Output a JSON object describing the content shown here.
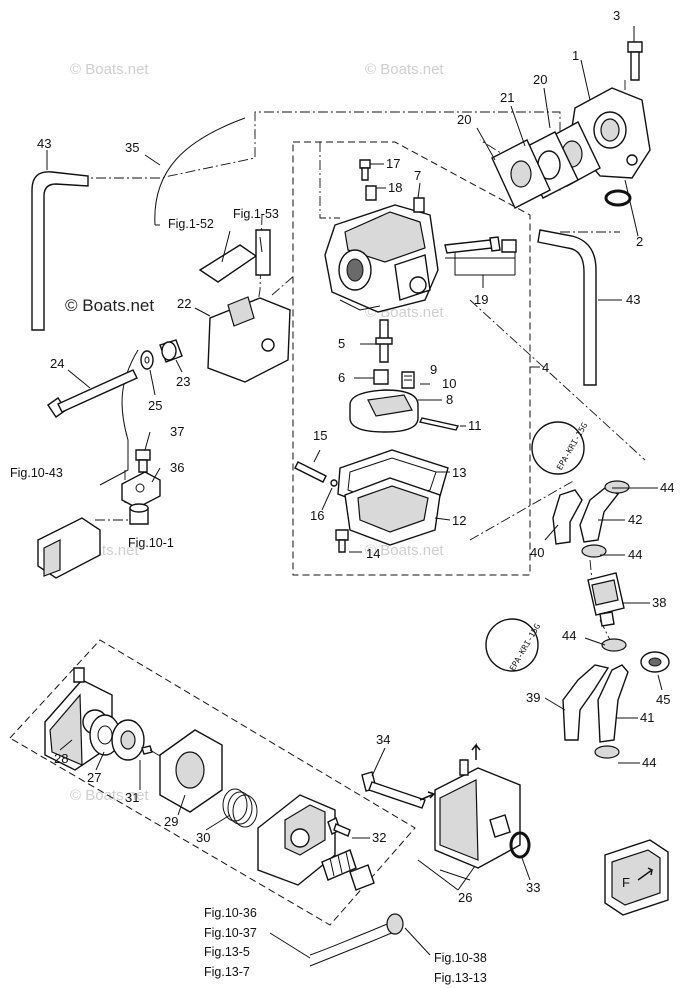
{
  "watermarks": {
    "text": "© Boats.net",
    "strong_text": "© Boats.net"
  },
  "callouts": {
    "c1": "1",
    "c2": "2",
    "c3": "3",
    "c4": "4",
    "c5": "5",
    "c6": "6",
    "c7": "7",
    "c8": "8",
    "c9": "9",
    "c10": "10",
    "c11": "11",
    "c12": "12",
    "c13": "13",
    "c14": "14",
    "c15": "15",
    "c16": "16",
    "c17": "17",
    "c18": "18",
    "c19": "19",
    "c20a": "20",
    "c20b": "20",
    "c21": "21",
    "c22": "22",
    "c23": "23",
    "c24": "24",
    "c25": "25",
    "c26": "26",
    "c27": "27",
    "c28": "28",
    "c29": "29",
    "c30": "30",
    "c31": "31",
    "c32": "32",
    "c33": "33",
    "c34": "34",
    "c35": "35",
    "c36": "36",
    "c37": "37",
    "c38": "38",
    "c39": "39",
    "c40": "40",
    "c41": "41",
    "c42": "42",
    "c43a": "43",
    "c43b": "43",
    "c44a": "44",
    "c44b": "44",
    "c44c": "44",
    "c44d": "44",
    "c45": "45"
  },
  "figure_refs": {
    "fig1_52": "Fig.1-52",
    "fig1_53": "Fig.1-53",
    "fig10_43": "Fig.10-43",
    "fig10_1": "Fig.10-1",
    "fig10_36": "Fig.10-36",
    "fig10_37": "Fig.10-37",
    "fig13_5": "Fig.13-5",
    "fig13_7": "Fig.13-7",
    "fig10_38": "Fig.10-38",
    "fig13_13": "Fig.13-13"
  },
  "epa_tags": {
    "upper": "EPA-KRI-15G",
    "lower": "EPA-KRI-15G"
  },
  "icon_label": "F"
}
